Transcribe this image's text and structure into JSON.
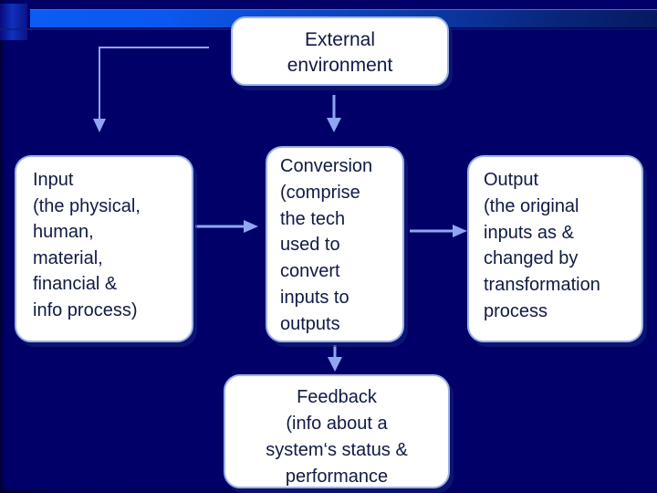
{
  "slide": {
    "background_color": "#000068",
    "accent_bar_color": "#0a5cf5",
    "box_fill": "#ffffff",
    "box_border": "#9fb2e8",
    "text_color": "#101a44",
    "arrow_color": "#8fa6f0"
  },
  "boxes": {
    "external": {
      "title": "External environment",
      "text": "External\nenvironment"
    },
    "input": {
      "title": "Input",
      "text": "Input\n(the physical,\nhuman,\nmaterial,\nfinancial &\ninfo process)"
    },
    "conversion": {
      "title": "Conversion",
      "text": "Conversion\n(comprise\nthe tech\nused to\nconvert\ninputs to\noutputs"
    },
    "output": {
      "title": "Output",
      "text": "Output\n(the original\ninputs as &\nchanged by\ntransformation\nprocess"
    },
    "feedback": {
      "title": "Feedback",
      "text": "Feedback\n(info about a\nsystem‘s status &\nperformance"
    }
  },
  "connectors": [
    {
      "name": "external-to-input-elbow",
      "from": "external",
      "to": "input",
      "shape": "elbow-down-left"
    },
    {
      "name": "external-to-conversion",
      "from": "external",
      "to": "conversion",
      "shape": "arrow-down"
    },
    {
      "name": "input-to-conversion",
      "from": "input",
      "to": "conversion",
      "shape": "arrow-right"
    },
    {
      "name": "conversion-to-output",
      "from": "conversion",
      "to": "output",
      "shape": "arrow-right"
    },
    {
      "name": "conversion-to-feedback",
      "from": "conversion",
      "to": "feedback",
      "shape": "arrow-down"
    }
  ]
}
